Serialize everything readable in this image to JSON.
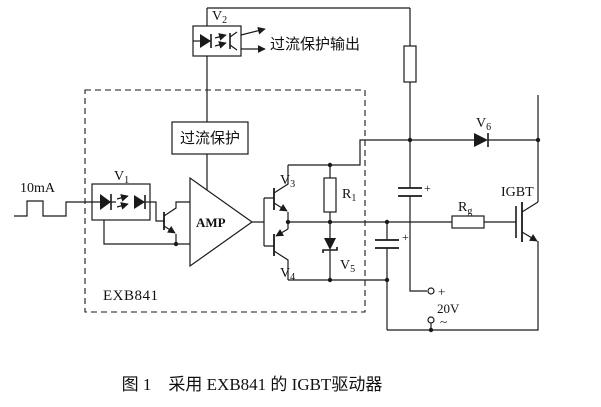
{
  "colors": {
    "line": "#1a1a1a",
    "background": "#ffffff"
  },
  "labels": {
    "v1": {
      "main": "V",
      "sub": "1"
    },
    "v2": {
      "main": "V",
      "sub": "2"
    },
    "v3": {
      "main": "V",
      "sub": "3"
    },
    "v4": {
      "main": "V",
      "sub": "4"
    },
    "v5": {
      "main": "V",
      "sub": "5"
    },
    "v6": {
      "main": "V",
      "sub": "6"
    },
    "r1": {
      "main": "R",
      "sub": "1"
    },
    "rg": {
      "main": "R",
      "sub": "g"
    },
    "amp": "AMP",
    "igbt": "IGBT",
    "chip": "EXB841",
    "overcurrent_block": "过流保护",
    "overcurrent_output": "过流保护输出",
    "input_current": "10mA",
    "capacitor_plus": "+",
    "supply": {
      "plus": "+",
      "voltage": "20V",
      "neg": "~"
    }
  },
  "caption": "图 1　采用 EXB841 的 IGBT驱动器"
}
